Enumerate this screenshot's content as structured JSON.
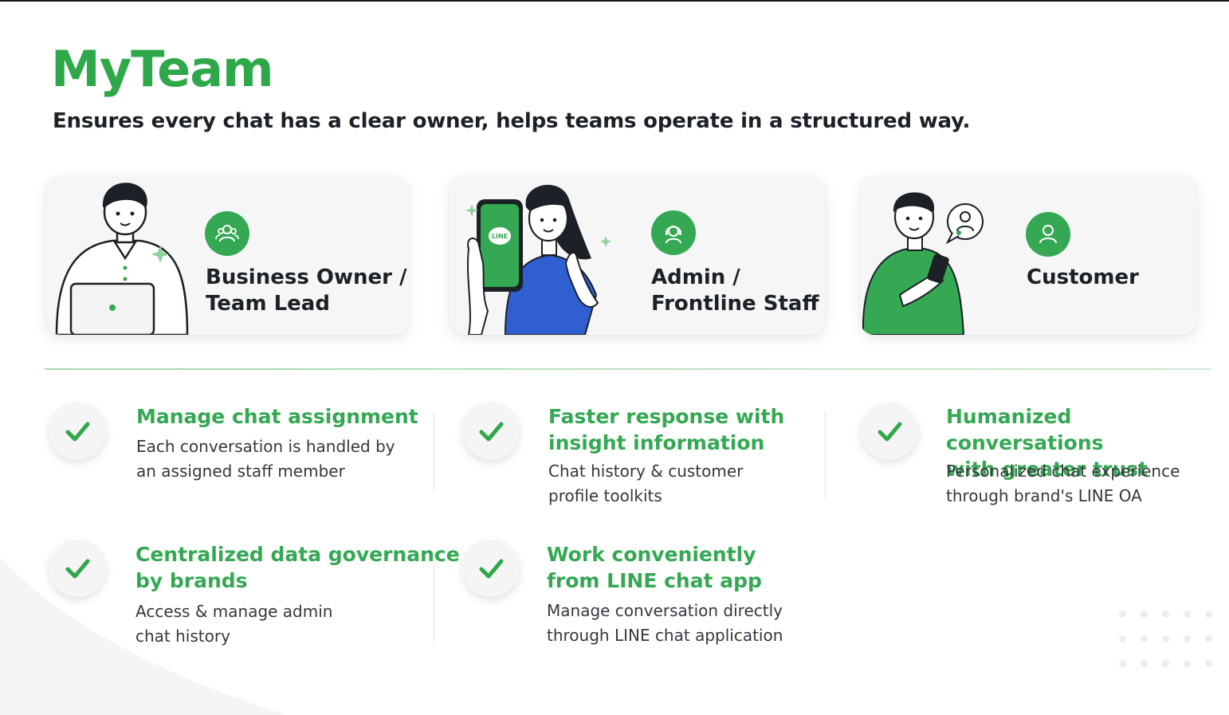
{
  "header": {
    "title": "MyTeam",
    "subtitle": "Ensures every chat has a clear owner, helps teams operate in a structured way."
  },
  "roles": [
    {
      "label_line1": "Business Owner /",
      "label_line2": "Team Lead",
      "icon": "team-icon"
    },
    {
      "label_line1": "Admin /",
      "label_line2": "Frontline Staff",
      "icon": "headset-agent-icon"
    },
    {
      "label_line1": "Customer",
      "label_line2": "",
      "icon": "user-icon"
    }
  ],
  "illustrations": {
    "phone_badge": "LINE"
  },
  "features": [
    {
      "title_line1": "Manage chat assignment",
      "title_line2": "",
      "desc_line1": "Each conversation is handled by",
      "desc_line2": "an assigned staff member"
    },
    {
      "title_line1": "Faster response with",
      "title_line2": "insight information",
      "desc_line1": "Chat history & customer",
      "desc_line2": "profile toolkits"
    },
    {
      "title_line1": "Humanized conversations",
      "title_line2": "with greater trust",
      "desc_line1": "Personalized chat experience",
      "desc_line2": "through brand's LINE OA"
    },
    {
      "title_line1": "Centralized data governance",
      "title_line2": "by brands",
      "desc_line1": "Access & manage admin",
      "desc_line2": "chat history"
    },
    {
      "title_line1": "Work conveniently",
      "title_line2": "from LINE chat app",
      "desc_line1": "Manage conversation directly",
      "desc_line2": "through LINE chat application"
    }
  ],
  "colors": {
    "brand_green": "#34a853",
    "title_green": "#2fa84a",
    "text_dark": "#1c2127",
    "card_bg": "#f5f6f5",
    "shirt_blue": "#2f5fd0"
  }
}
